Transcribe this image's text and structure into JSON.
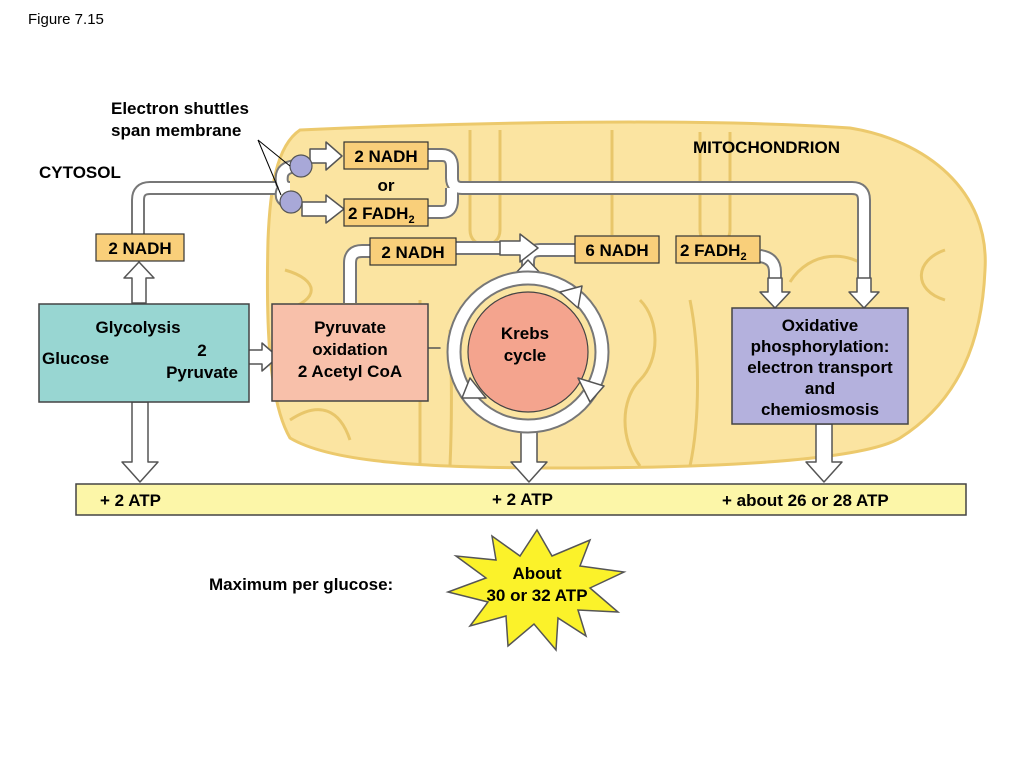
{
  "figure_label": "Figure 7.15",
  "labels": {
    "electron_shuttles_line1": "Electron shuttles",
    "electron_shuttles_line2": "span membrane",
    "cytosol": "CYTOSOL",
    "mitochondrion": "MITOCHONDRION",
    "or": "or",
    "maximum_per_glucose": "Maximum per glucose:"
  },
  "carriers": {
    "shuttle_nadh": "2 NADH",
    "shuttle_fadh_main": "2 FADH",
    "shuttle_fadh_sub": "2",
    "glycolysis_nadh": "2 NADH",
    "pyruvate_nadh": "2 NADH",
    "krebs_nadh": "6 NADH",
    "krebs_fadh_main": "2 FADH",
    "krebs_fadh_sub": "2"
  },
  "boxes": {
    "glycolysis_title": "Glycolysis",
    "glucose": "Glucose",
    "pyruvate_num": "2",
    "pyruvate": "Pyruvate",
    "pyruvate_ox_1": "Pyruvate",
    "pyruvate_ox_2": "oxidation",
    "pyruvate_ox_3": "2 Acetyl CoA",
    "krebs_1": "Krebs",
    "krebs_2": "cycle",
    "oxphos_1": "Oxidative",
    "oxphos_2": "phosphorylation:",
    "oxphos_3": "electron transport",
    "oxphos_4": "and",
    "oxphos_5": "chemiosmosis"
  },
  "atp": {
    "glycolysis": "+ 2 ATP",
    "krebs": "+ 2 ATP",
    "oxphos": "+ about 26 or 28 ATP",
    "max_line1": "About",
    "max_line2": "30 or 32 ATP"
  },
  "colors": {
    "mitochondrion": "#fbe4a1",
    "cristae_line": "#e8c66a",
    "carrier_box": "#f9cf7a",
    "glycolysis_box": "#98d6d2",
    "pyruvate_box": "#f8c0aa",
    "krebs_circle": "#f4a48e",
    "oxphos_box": "#b4b1dd",
    "shuttle_protein": "#a8a8d8",
    "atp_band": "#fcf6a8",
    "starburst": "#fbf22a"
  }
}
